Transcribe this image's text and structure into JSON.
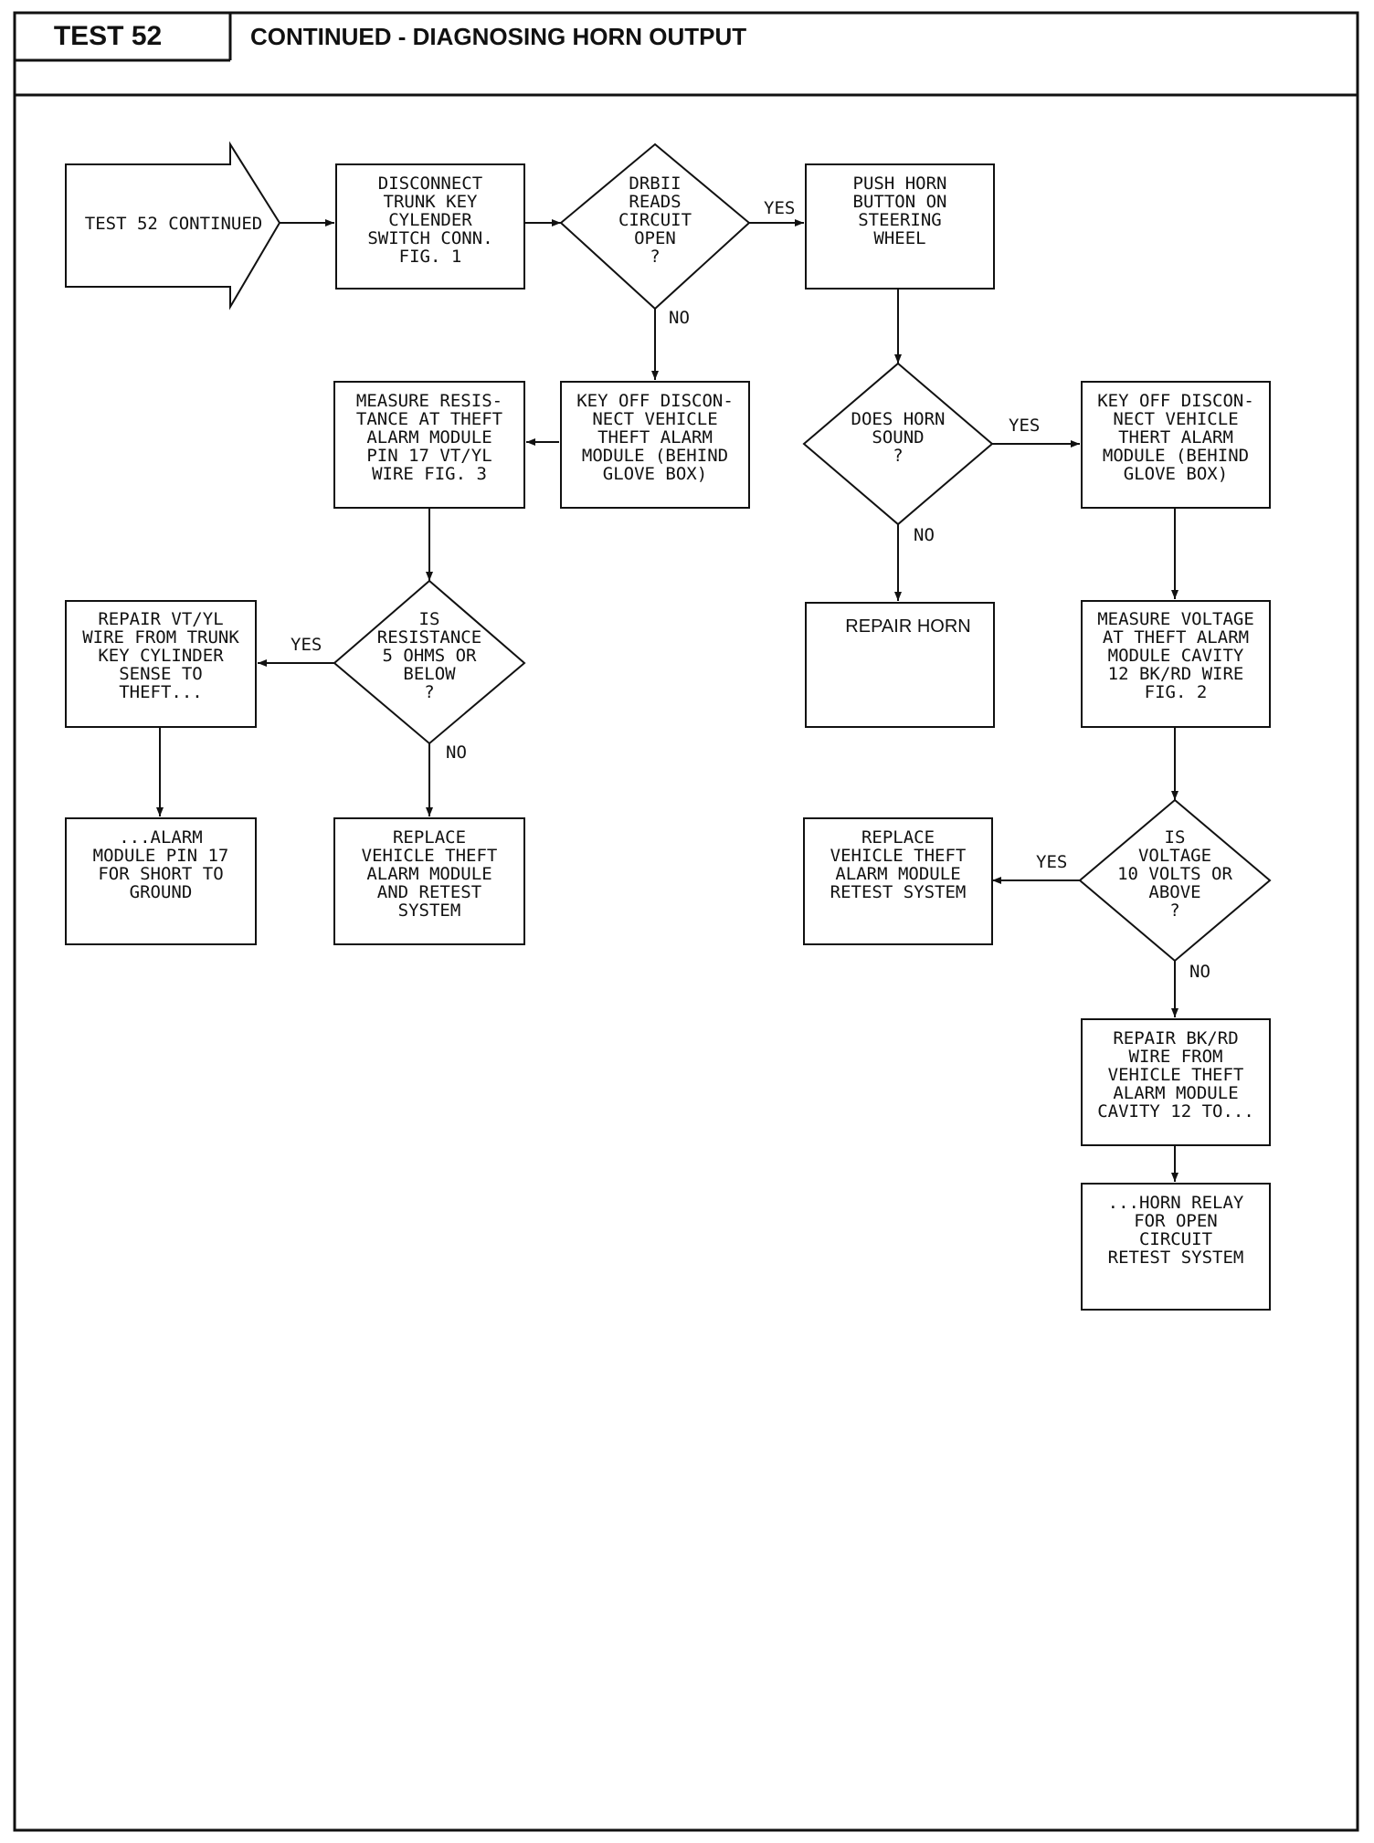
{
  "header": {
    "test_label": "TEST 52",
    "title": "CONTINUED - DIAGNOSING HORN OUTPUT"
  },
  "nodes": {
    "start": [
      "TEST 52 CONTINUED"
    ],
    "disconnect_trunk": [
      "DISCONNECT",
      "TRUNK KEY",
      "CYLENDER",
      "SWITCH CONN.",
      "FIG. 1"
    ],
    "drbii_open": [
      "DRBII",
      "READS",
      "CIRCUIT",
      "OPEN",
      "?"
    ],
    "push_horn": [
      "PUSH HORN",
      "BUTTON ON",
      "STEERING",
      "WHEEL"
    ],
    "key_off_left": [
      "KEY OFF DISCON-",
      "NECT VEHICLE",
      "THEFT ALARM",
      "MODULE (BEHIND",
      "GLOVE BOX)"
    ],
    "measure_resistance": [
      "MEASURE RESIS-",
      "TANCE AT THEFT",
      "ALARM MODULE",
      "PIN 17 VT/YL",
      "WIRE FIG. 3"
    ],
    "is_resistance": [
      "IS",
      "RESISTANCE",
      "5 OHMS OR",
      "BELOW",
      "?"
    ],
    "repair_vtyl": [
      "REPAIR VT/YL",
      "WIRE FROM TRUNK",
      "KEY CYLINDER",
      "SENSE TO",
      "THEFT..."
    ],
    "alarm_pin17": [
      "...ALARM",
      "MODULE PIN 17",
      "FOR SHORT TO",
      "GROUND"
    ],
    "replace_module_left": [
      "REPLACE",
      "VEHICLE THEFT",
      "ALARM MODULE",
      "AND RETEST",
      "SYSTEM"
    ],
    "horn_sound": [
      "DOES HORN",
      "SOUND",
      "?"
    ],
    "key_off_right": [
      "KEY OFF DISCON-",
      "NECT VEHICLE",
      "THERT ALARM",
      "MODULE (BEHIND",
      "GLOVE BOX)"
    ],
    "repair_horn": [
      "REPAIR HORN"
    ],
    "measure_voltage": [
      "MEASURE VOLTAGE",
      "AT THEFT ALARM",
      "MODULE CAVITY",
      "12 BK/RD WIRE",
      "FIG. 2"
    ],
    "is_voltage": [
      "IS",
      "VOLTAGE",
      "10 VOLTS OR",
      "ABOVE",
      "?"
    ],
    "replace_module_right": [
      "REPLACE",
      "VEHICLE THEFT",
      "ALARM MODULE",
      "RETEST SYSTEM"
    ],
    "repair_bkrd": [
      "REPAIR BK/RD",
      "WIRE FROM",
      "VEHICLE THEFT",
      "ALARM MODULE",
      "CAVITY 12 TO..."
    ],
    "horn_relay": [
      "...HORN RELAY",
      "FOR OPEN",
      "CIRCUIT",
      "RETEST SYSTEM"
    ]
  },
  "edge_labels": {
    "drbii_yes": "YES",
    "drbii_no": "NO",
    "horn_yes": "YES",
    "horn_no": "NO",
    "resistance_yes": "YES",
    "resistance_no": "NO",
    "voltage_yes": "YES",
    "voltage_no": "NO"
  }
}
